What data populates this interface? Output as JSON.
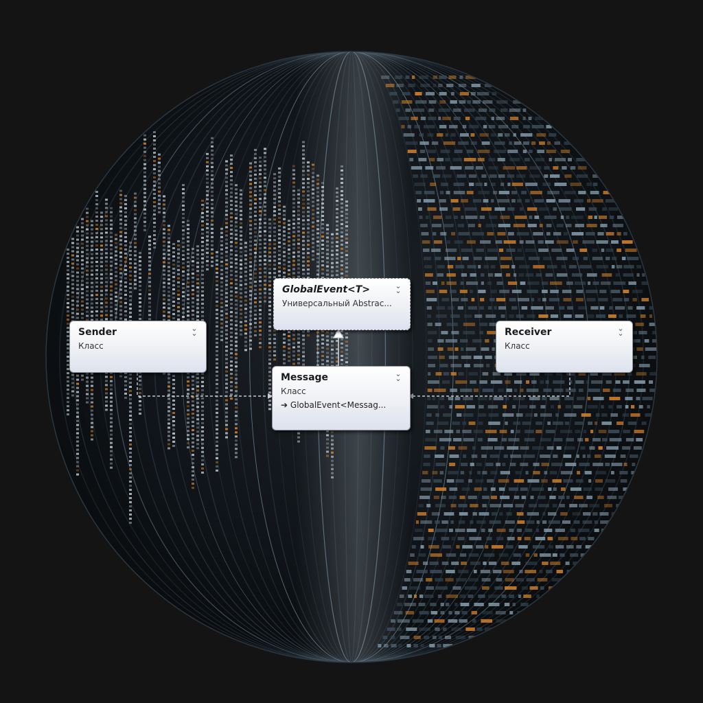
{
  "diagram": {
    "nodes": {
      "global_event": {
        "title": "GlobalEvent<T>",
        "subtitle": "Универсальный Abstrac...",
        "italic": true,
        "abstract": true
      },
      "sender": {
        "title": "Sender",
        "subtitle": "Класс"
      },
      "message": {
        "title": "Message",
        "subtitle": "Класс",
        "inherits": "GlobalEvent<Messag..."
      },
      "receiver": {
        "title": "Receiver",
        "subtitle": "Класс"
      }
    },
    "edges": [
      {
        "from": "message",
        "to": "global_event",
        "kind": "inheritance"
      },
      {
        "from": "sender",
        "to": "message",
        "kind": "dependency"
      },
      {
        "from": "receiver",
        "to": "message",
        "kind": "dependency"
      }
    ],
    "icons": {
      "collapse": "double-chevron-down-icon",
      "inherit": "arrow-right-icon"
    }
  },
  "colors": {
    "background": "#141414",
    "box_fill": "#eef0f4",
    "box_border": "#8b8f99",
    "connector": "#c8cbd2",
    "accent_orange": "#e08a2c"
  }
}
